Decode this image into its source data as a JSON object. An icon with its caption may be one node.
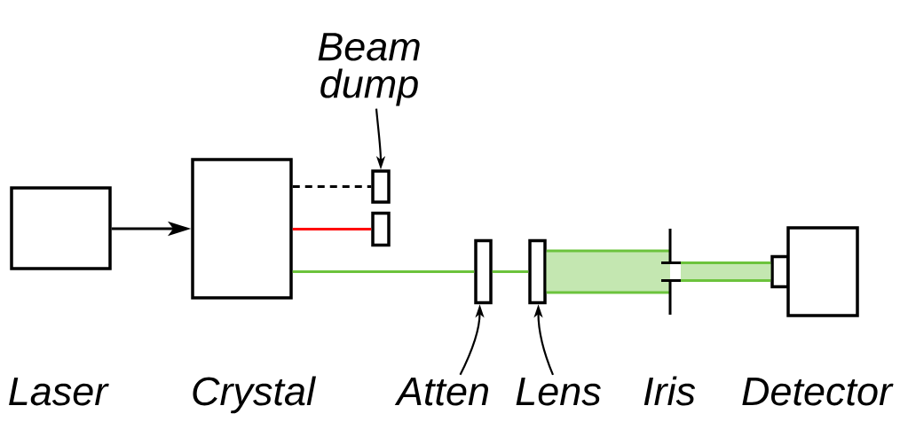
{
  "diagram": {
    "nodes": [
      {
        "text": [],
        "shape": "box",
        "beside": [
          "Laser"
        ]
      },
      {
        "text": [],
        "shape": "box",
        "beside": [
          "Crystal"
        ]
      },
      {
        "text": [
          "Beam dump"
        ]
      },
      {
        "text": [],
        "shape": "box"
      },
      {
        "text": [],
        "shape": "box"
      },
      {
        "text": [],
        "shape": "box"
      },
      {
        "text": [],
        "shape": "box"
      },
      {
        "text": [],
        "shape": "bar",
        "beside": [
          "Iris"
        ]
      },
      {
        "text": [],
        "shape": "box"
      },
      {
        "text": [],
        "shape": "box",
        "beside": [
          "Detector"
        ]
      },
      {
        "text": [
          "Atten"
        ]
      },
      {
        "text": [
          "Lens"
        ]
      }
    ],
    "edges": [
      {
        "from": 0,
        "to": 1,
        "arrow": "to"
      },
      {
        "from": 1,
        "to": 3,
        "arrow": "none",
        "style": "dashed"
      },
      {
        "from": 1,
        "to": 4,
        "arrow": "none",
        "color": "#ff0000"
      },
      {
        "from": 1,
        "to": 5,
        "arrow": "none",
        "color": "#6cc33c"
      },
      {
        "from": 5,
        "to": 6,
        "arrow": "none",
        "color": "#6cc33c"
      },
      {
        "from": 6,
        "to": 7,
        "arrow": "none",
        "style": "thick",
        "color": "#6cc33c"
      },
      {
        "from": 7,
        "to": 8,
        "arrow": "none",
        "style": "thick",
        "color": "#6cc33c"
      },
      {
        "from": 2,
        "to": 3,
        "arrow": "to"
      },
      {
        "from": 10,
        "to": 5,
        "arrow": "to"
      },
      {
        "from": 11,
        "to": 6,
        "arrow": "to"
      }
    ]
  }
}
